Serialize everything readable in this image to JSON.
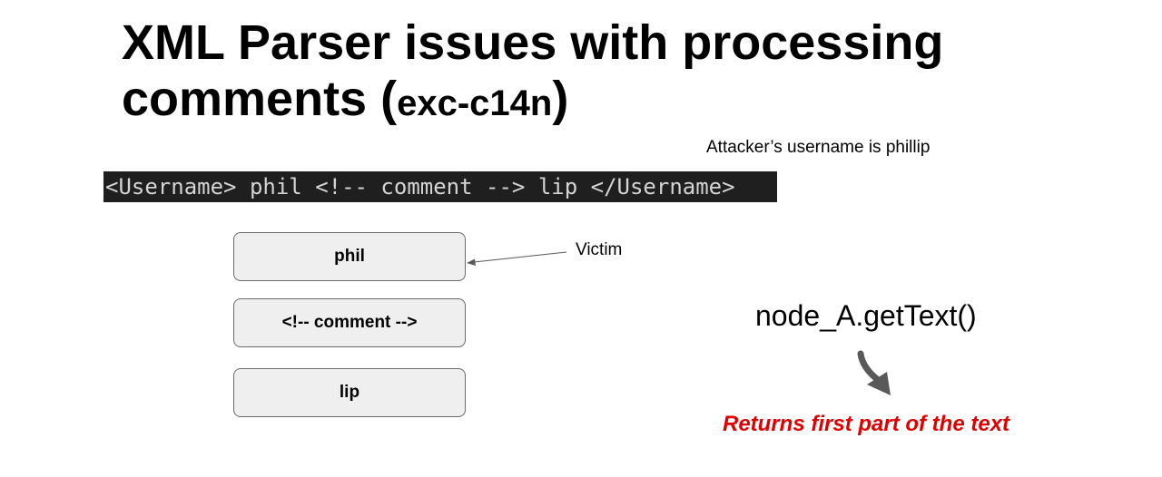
{
  "slide": {
    "title_line1": "XML Parser issues with processing",
    "title_line2_main": "comments ",
    "title_paren_open": "(",
    "title_paren_inner": "exc-c14n",
    "title_paren_close": ")",
    "attacker_note": "Attacker’s username is phillip",
    "code_snippet": "<Username> phil <!-- comment --> lip </Username>"
  },
  "nodes": [
    {
      "label": "phil"
    },
    {
      "label": "<!-- comment -->"
    },
    {
      "label": "lip"
    }
  ],
  "victim_label": "Victim",
  "method_call": "node_A.getText()",
  "result_text": "Returns first part of the text",
  "colors": {
    "result_red": "#e00000",
    "code_bg": "#1f1f1f",
    "node_fill": "#efefef",
    "arrow_gray": "#595959"
  }
}
